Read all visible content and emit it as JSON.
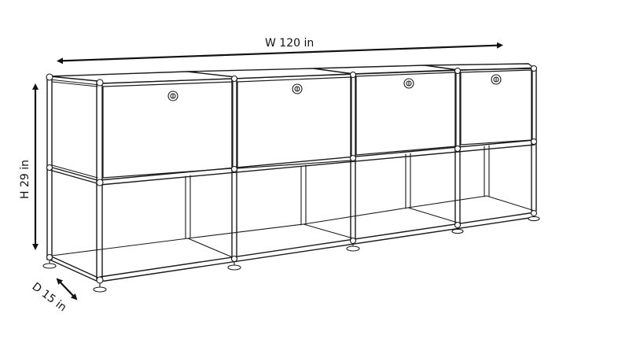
{
  "diagram": {
    "subject": "Modular sideboard with 4 drop-down doors and 4 open lower compartments",
    "dimensions": {
      "width": {
        "label": "W 120 in",
        "value": 120,
        "unit": "in"
      },
      "height": {
        "label": "H 29 in",
        "value": 29,
        "unit": "in"
      },
      "depth": {
        "label": "D 15 in",
        "value": 15,
        "unit": "in"
      }
    },
    "modules": {
      "count": 4,
      "upper": "drop-down door with lock",
      "lower": "open shelf"
    },
    "colors": {
      "line": "#1a1a1a",
      "background": "#ffffff"
    }
  }
}
